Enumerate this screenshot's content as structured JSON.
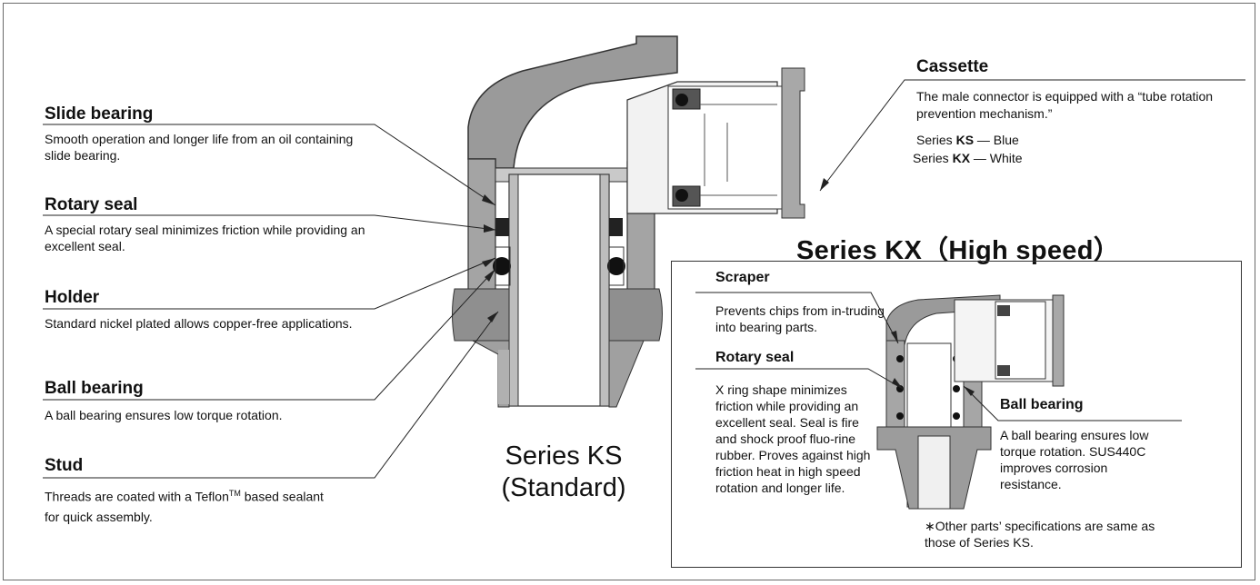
{
  "main_label": {
    "line1": "Series KS",
    "line2": "(Standard)"
  },
  "callouts": [
    {
      "title": "Slide bearing",
      "desc": "Smooth operation and longer life from an oil containing slide bearing."
    },
    {
      "title": "Rotary seal",
      "desc": "A special rotary seal minimizes friction while providing an excellent seal."
    },
    {
      "title": "Holder",
      "desc": "Standard nickel plated allows copper-free applications."
    },
    {
      "title": "Ball bearing",
      "desc": "A ball bearing ensures low torque rotation."
    },
    {
      "title": "Stud",
      "desc_before": "Threads are coated with a Teflon",
      "desc_sup": "TM",
      "desc_after": " based sealant for quick assembly."
    }
  ],
  "cassette": {
    "title": "Cassette",
    "desc": "The male connector is equipped with a “tube rotation prevention mechanism.”",
    "rows": [
      {
        "prefix": "Series ",
        "code": "KS",
        "suffix": " — Blue"
      },
      {
        "prefix": "Series ",
        "code": "KX",
        "suffix": " — White"
      }
    ]
  },
  "kx": {
    "title": "Series KX（High speed）",
    "scraper": {
      "title": "Scraper",
      "desc": "Prevents chips from in-truding into bearing parts."
    },
    "rotary_seal": {
      "title": "Rotary seal",
      "desc": "X ring shape minimizes friction while providing an excellent seal. Seal is fire and shock proof fluo-rine rubber. Proves against high friction heat in high speed rotation and longer life."
    },
    "ball_bearing": {
      "title": "Ball bearing",
      "desc": "A ball bearing ensures low torque rotation. SUS440C improves corrosion resistance."
    },
    "note": "∗Other parts’ specifications are same as those of Series KS."
  },
  "colors": {
    "body": "#9a9a9a",
    "body_dark": "#6e6e6e",
    "light": "#e6e6e6",
    "line": "#222222"
  }
}
